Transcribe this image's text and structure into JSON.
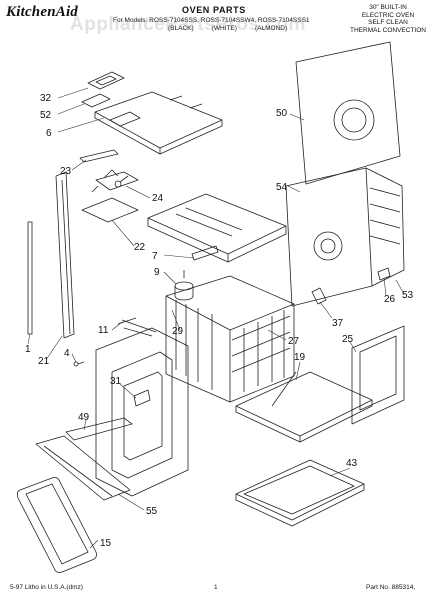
{
  "header": {
    "brand": "KitchenAid",
    "title": "OVEN PARTS",
    "model_line_1": "For Models: ROSS-7104SSS, ROSS-7104SSW4, ROSS-7104SSS1",
    "model_line_2": "(BLACK)          (WHITE)          (ALMOND)",
    "right_lines": [
      "30\" BUILT-IN",
      "ELECTRIC OVEN",
      "SELF CLEAN",
      "THERMAL CONVECTION"
    ]
  },
  "watermark": "AppliancePartsPros.com",
  "callouts": [
    "32",
    "52",
    "6",
    "23",
    "24",
    "22",
    "7",
    "9",
    "11",
    "29",
    "4",
    "21",
    "1",
    "27",
    "31",
    "49",
    "19",
    "25",
    "55",
    "15",
    "43",
    "50",
    "54",
    "26",
    "53",
    "37"
  ],
  "footer": {
    "left": "5-97 Litho in U.S.A.(dmz)",
    "page": "1",
    "right": "Part No. 885314,"
  }
}
